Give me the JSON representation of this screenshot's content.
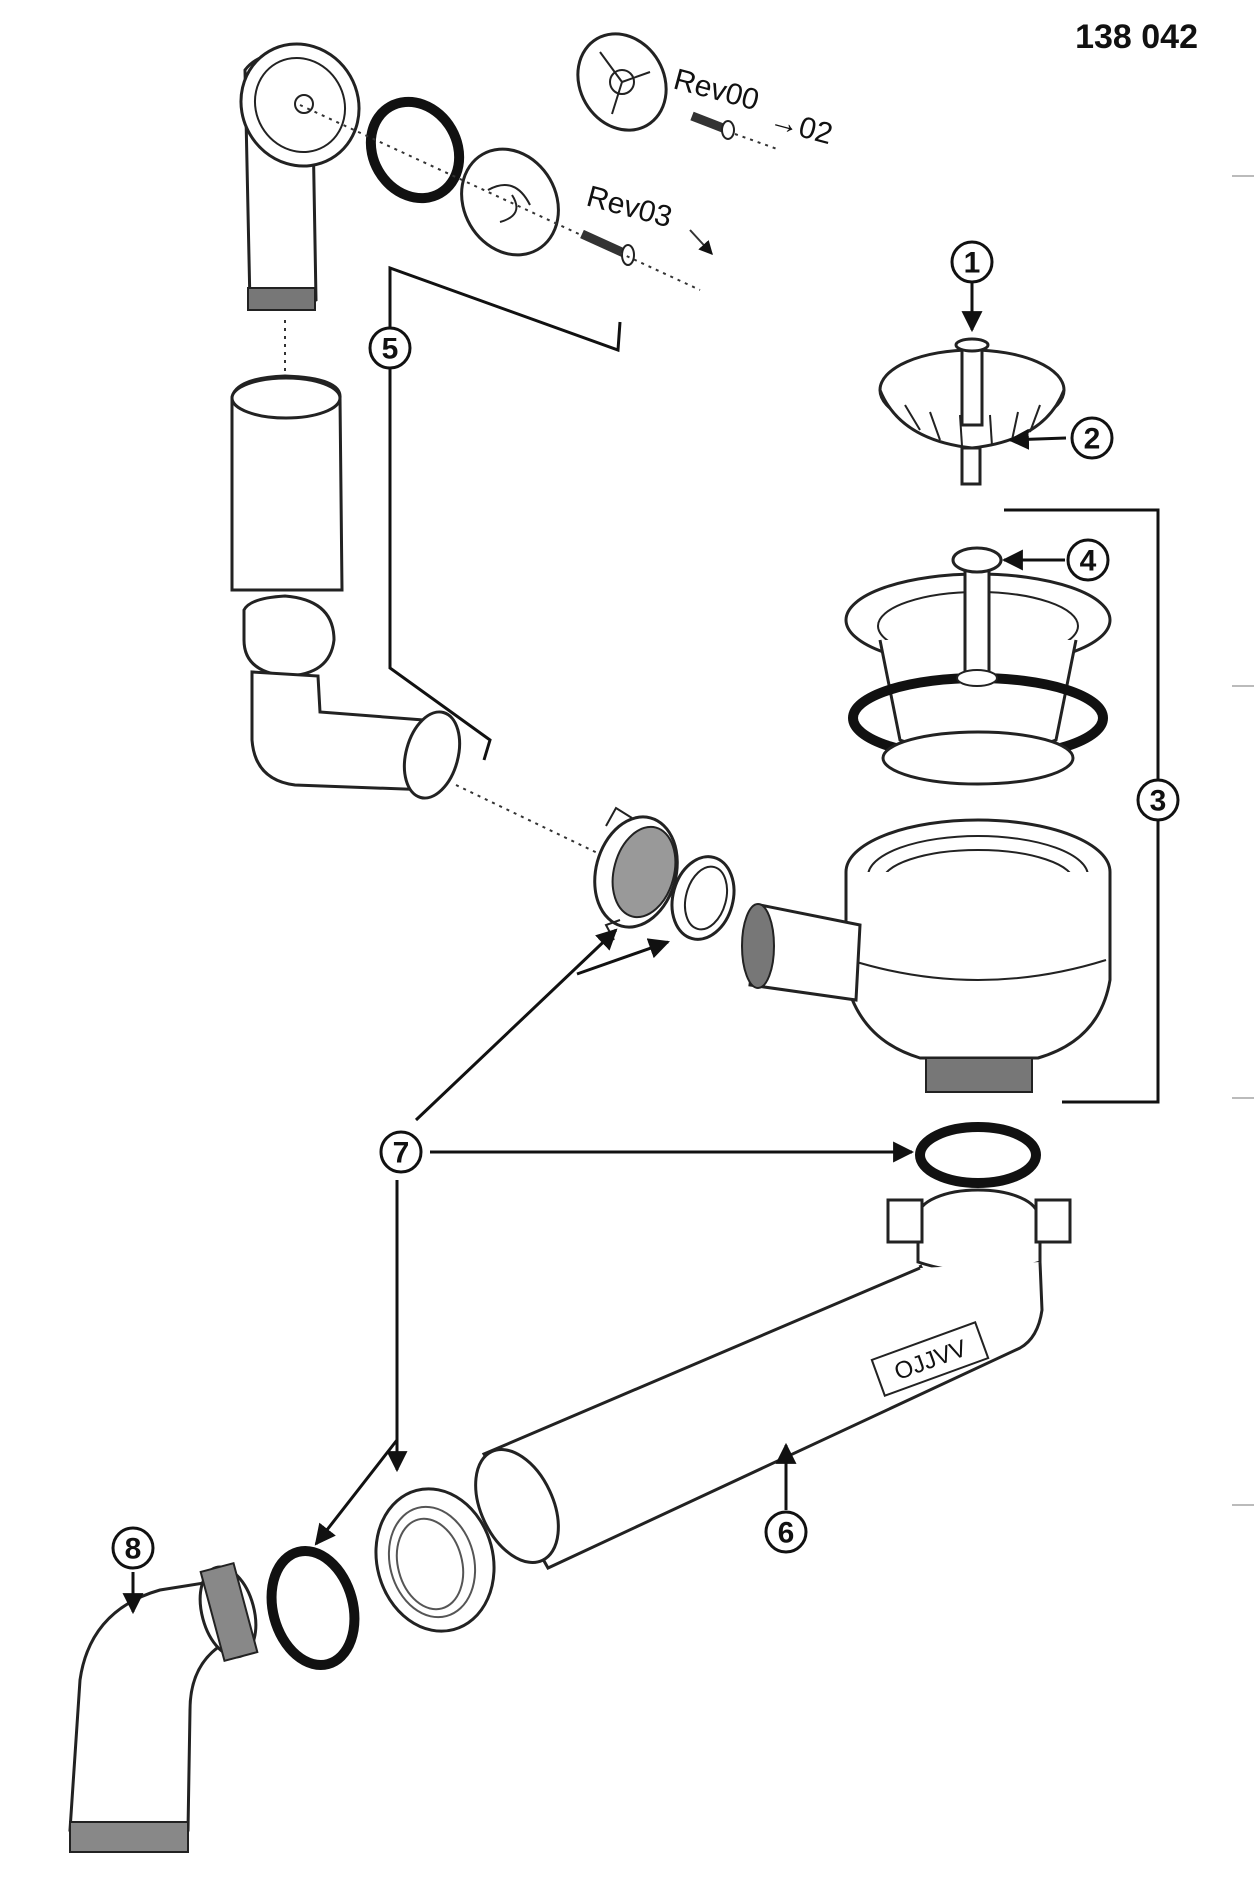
{
  "document": {
    "code": "138 042",
    "revision_labels": {
      "rev_a": "Rev00",
      "rev_a_arrow": "→02",
      "rev_b": "Rev03"
    },
    "pipe_brand": "OJJVV"
  },
  "callouts": [
    {
      "id": "1",
      "label": "1"
    },
    {
      "id": "2",
      "label": "2"
    },
    {
      "id": "3",
      "label": "3"
    },
    {
      "id": "4",
      "label": "4"
    },
    {
      "id": "5",
      "label": "5"
    },
    {
      "id": "6",
      "label": "6"
    },
    {
      "id": "7",
      "label": "7"
    },
    {
      "id": "8",
      "label": "8"
    }
  ],
  "colors": {
    "line": "#222222",
    "background": "#ffffff",
    "seal": "#111111"
  }
}
